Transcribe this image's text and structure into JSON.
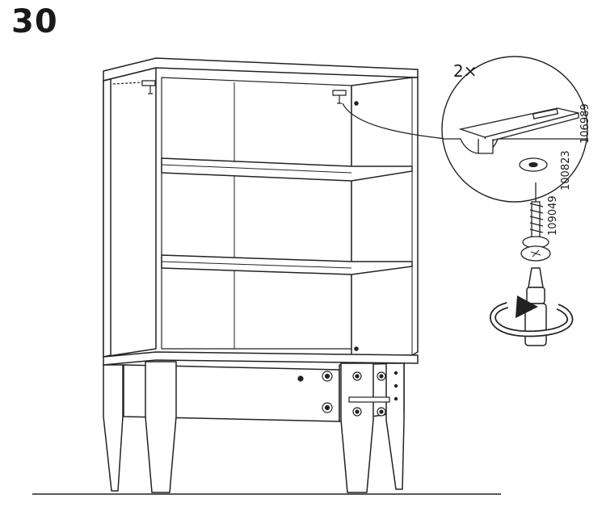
{
  "step": {
    "number": "30"
  },
  "detail": {
    "quantity": "2×",
    "part_numbers": [
      "106989",
      "100823",
      "109049"
    ]
  }
}
